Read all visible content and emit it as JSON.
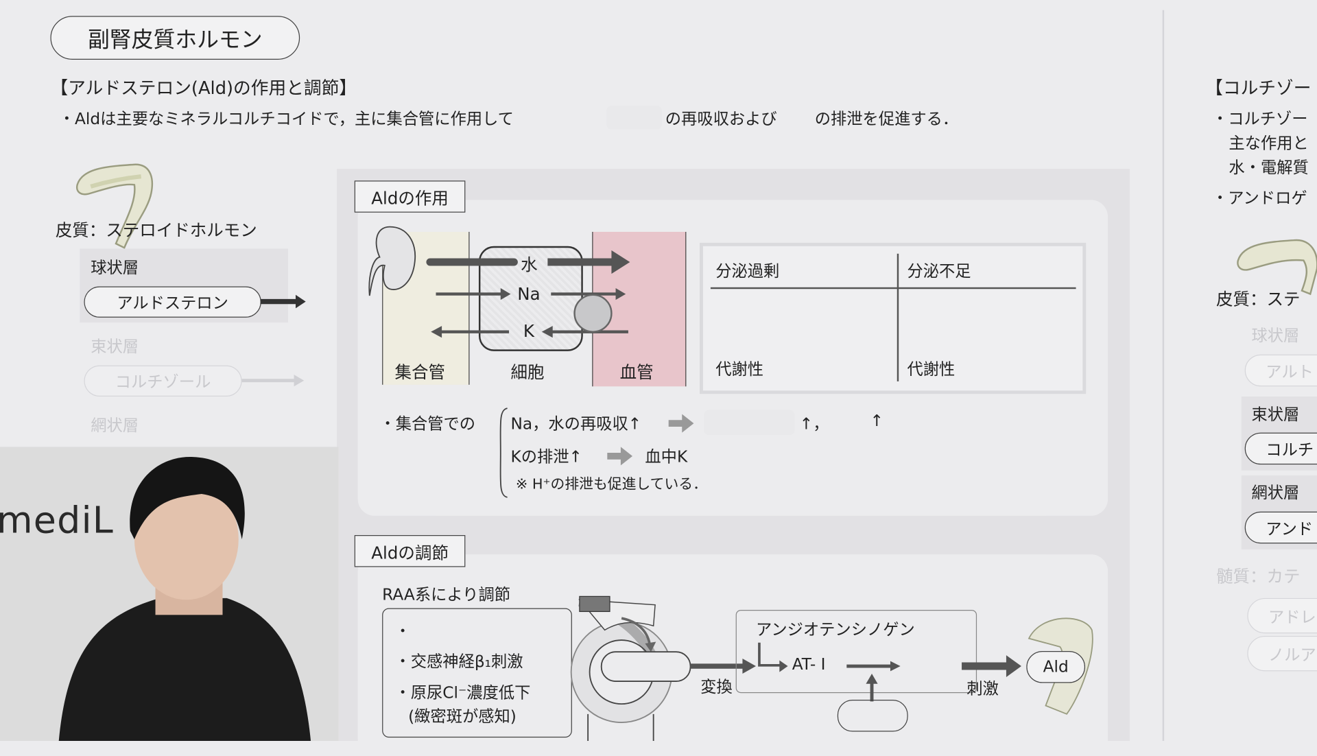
{
  "title": "副腎皮質ホルモン",
  "section_heading": "【アルドステロン(Ald)の作用と調節】",
  "intro": {
    "part1": "・Aldは主要なミネラルコルチコイドで，主に集合管に作用して",
    "part2": "の再吸収および",
    "part3": "の排泄を促進する．"
  },
  "left_panel": {
    "cortex_label": "皮質：ステロイドホルモン",
    "layers": [
      {
        "name": "球状層",
        "hormone": "アルドステロン"
      },
      {
        "name": "束状層",
        "hormone": "コルチゾール"
      },
      {
        "name": "網状層"
      }
    ]
  },
  "action": {
    "label": "Aldの作用",
    "diagram": {
      "water": "水",
      "na": "Na",
      "k": "K",
      "duct": "集合管",
      "cell": "細胞",
      "vessel": "血管"
    },
    "table": {
      "headers": [
        "分泌過剰",
        "分泌不足"
      ],
      "rows": [
        [
          "代謝性",
          "代謝性"
        ]
      ]
    },
    "bullet_prefix": "・集合管での",
    "line1": "Na，水の再吸収↑",
    "line1_up1": "↑，",
    "line1_up2": "↑",
    "line2": "Kの排泄↑",
    "line2_result": "血中K",
    "note": "※ H⁺の排泄も促進している．"
  },
  "regulation": {
    "label": "Aldの調節",
    "subtitle": "RAA系により調節",
    "bullets": [
      "・",
      "・交感神経β₁刺激",
      "・原尿Cl⁻濃度低下",
      "(緻密斑が感知)"
    ],
    "convert": "変換",
    "angiotensinogen": "アンジオテンシノゲン",
    "at1": "AT- I",
    "stimulate": "刺激",
    "ald": "Ald"
  },
  "right_panel": {
    "heading": "【コルチゾー",
    "lines": [
      "・コルチゾー",
      "主な作用と",
      "水・電解質",
      "・アンドロゲ"
    ],
    "cortex_label": "皮質：ステ",
    "layers": [
      {
        "name": "球状層",
        "hormone": "アルト"
      },
      {
        "name": "束状層",
        "hormone": "コルチ"
      },
      {
        "name": "網状層",
        "hormone": "アンド"
      }
    ],
    "medulla_label": "髄質：カテ",
    "medulla_items": [
      "アドレ",
      "ノルア"
    ]
  },
  "webcam": {
    "logo": "mediL"
  },
  "colors": {
    "duct": "#efede0",
    "vessel": "#e8c5cb",
    "panel": "#e2e1e4",
    "card": "#ececee"
  }
}
